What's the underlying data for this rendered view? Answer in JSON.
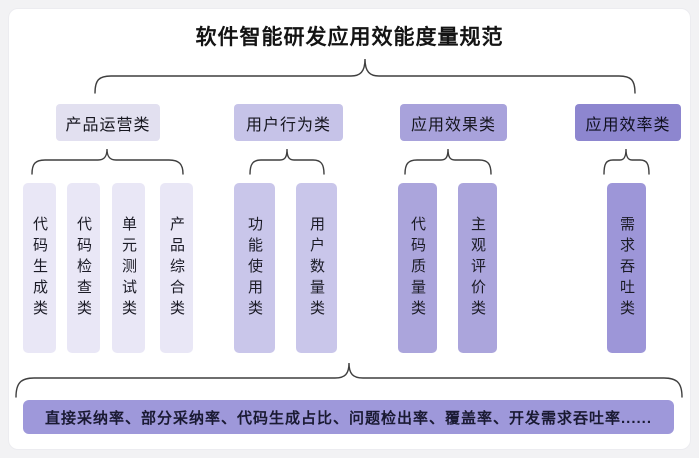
{
  "title": "软件智能研发应用效能度量规范",
  "groups": [
    {
      "label": "产品运营类",
      "children": [
        "代码生成类",
        "代码检查类",
        "单元测试类",
        "产品综合类"
      ]
    },
    {
      "label": "用户行为类",
      "children": [
        "功能使用类",
        "用户数量类"
      ]
    },
    {
      "label": "应用效果类",
      "children": [
        "代码质量类",
        "主观评价类"
      ]
    },
    {
      "label": "应用效率类",
      "children": [
        "需求吞吐类"
      ]
    }
  ],
  "metrics_bar": "直接采纳率、部分采纳率、代码生成占比、问题检出率、覆盖率、开发需求吞吐率......",
  "colors": {
    "headers": [
      "#e2e0f0",
      "#c6c3e8",
      "#a8a2db",
      "#8d86cf"
    ],
    "leaves": [
      "#e9e7f6",
      "#c9c6ea",
      "#aba5dc",
      "#9d96d8"
    ],
    "bar_bg": "#9e98da",
    "brace": "#3f3f3f",
    "canvas_bg": "#ffffff",
    "page_bg": "#f2f2f4"
  }
}
